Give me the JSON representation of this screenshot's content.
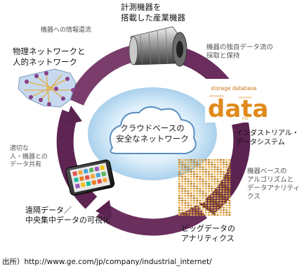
{
  "center": {
    "text": "クラウドベースの\n安全なネットワーク"
  },
  "nodes": {
    "industrial_machine": "計測機器を\n搭載した産業機器",
    "data_stream": "機器の独自データ流の\n採取と保持",
    "industrial_system": "インダストリアル・\nデータシステム",
    "algorithms": "機器ベースの\nアルゴリズムと\nデータアナリティクス",
    "big_data": "ビッグデータの\nアナリティクス",
    "remote_data": "遠隔データ／\n中央集中データの可視化",
    "sharing": "適切な\n人・機器との\nデータ共有",
    "network": "物理ネットワークと\n人的ネットワーク",
    "feedback": "機器への情報還流"
  },
  "data_graphic": {
    "word": "data",
    "sub": "storage database"
  },
  "source": "出所）http://www.ge.com/jp/company/industrial_internet/",
  "colors": {
    "ring": "#5b2350",
    "ring_light": "#9a5f8d",
    "cloud": "#cfe8f7",
    "accent": "#e08a1c"
  }
}
